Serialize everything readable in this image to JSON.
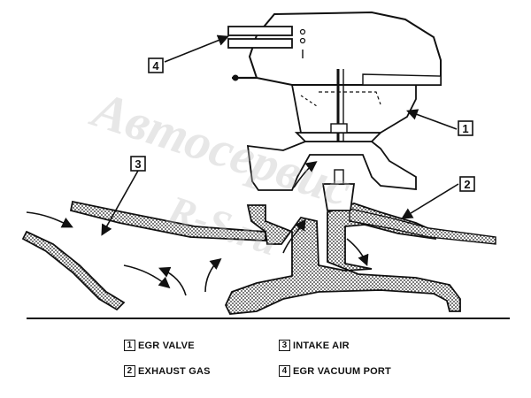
{
  "diagram": {
    "callouts": [
      {
        "number": "1",
        "label": "EGR VALVE"
      },
      {
        "number": "2",
        "label": "EXHAUST GAS"
      },
      {
        "number": "3",
        "label": "INTAKE AIR"
      },
      {
        "number": "4",
        "label": "EGR VACUUM PORT"
      }
    ],
    "watermark": {
      "line1": "Автосервис",
      "line2": "R-S.ru"
    },
    "colors": {
      "ink": "#111111",
      "watermark": "#bdbdbd",
      "background": "#ffffff"
    }
  }
}
